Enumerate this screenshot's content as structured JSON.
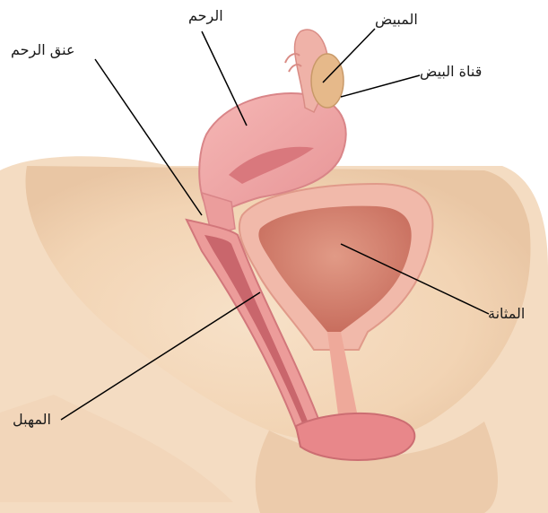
{
  "labels": {
    "cervix": "عنق الرحم",
    "uterus": "الرحم",
    "ovary": "المبيض",
    "fallopian_tube": "قناة البيض",
    "bladder": "المثانة",
    "vagina": "المهبل"
  },
  "colors": {
    "skin": "#f4d9bd",
    "skin_shadow": "#ead0b2",
    "uterus": "#f1a7a7",
    "uterus_dark": "#e08b8d",
    "bladder_wall": "#f0b6a8",
    "bladder_inner": "#d98070",
    "ovary": "#e6b98a",
    "leader_line": "#000000"
  }
}
